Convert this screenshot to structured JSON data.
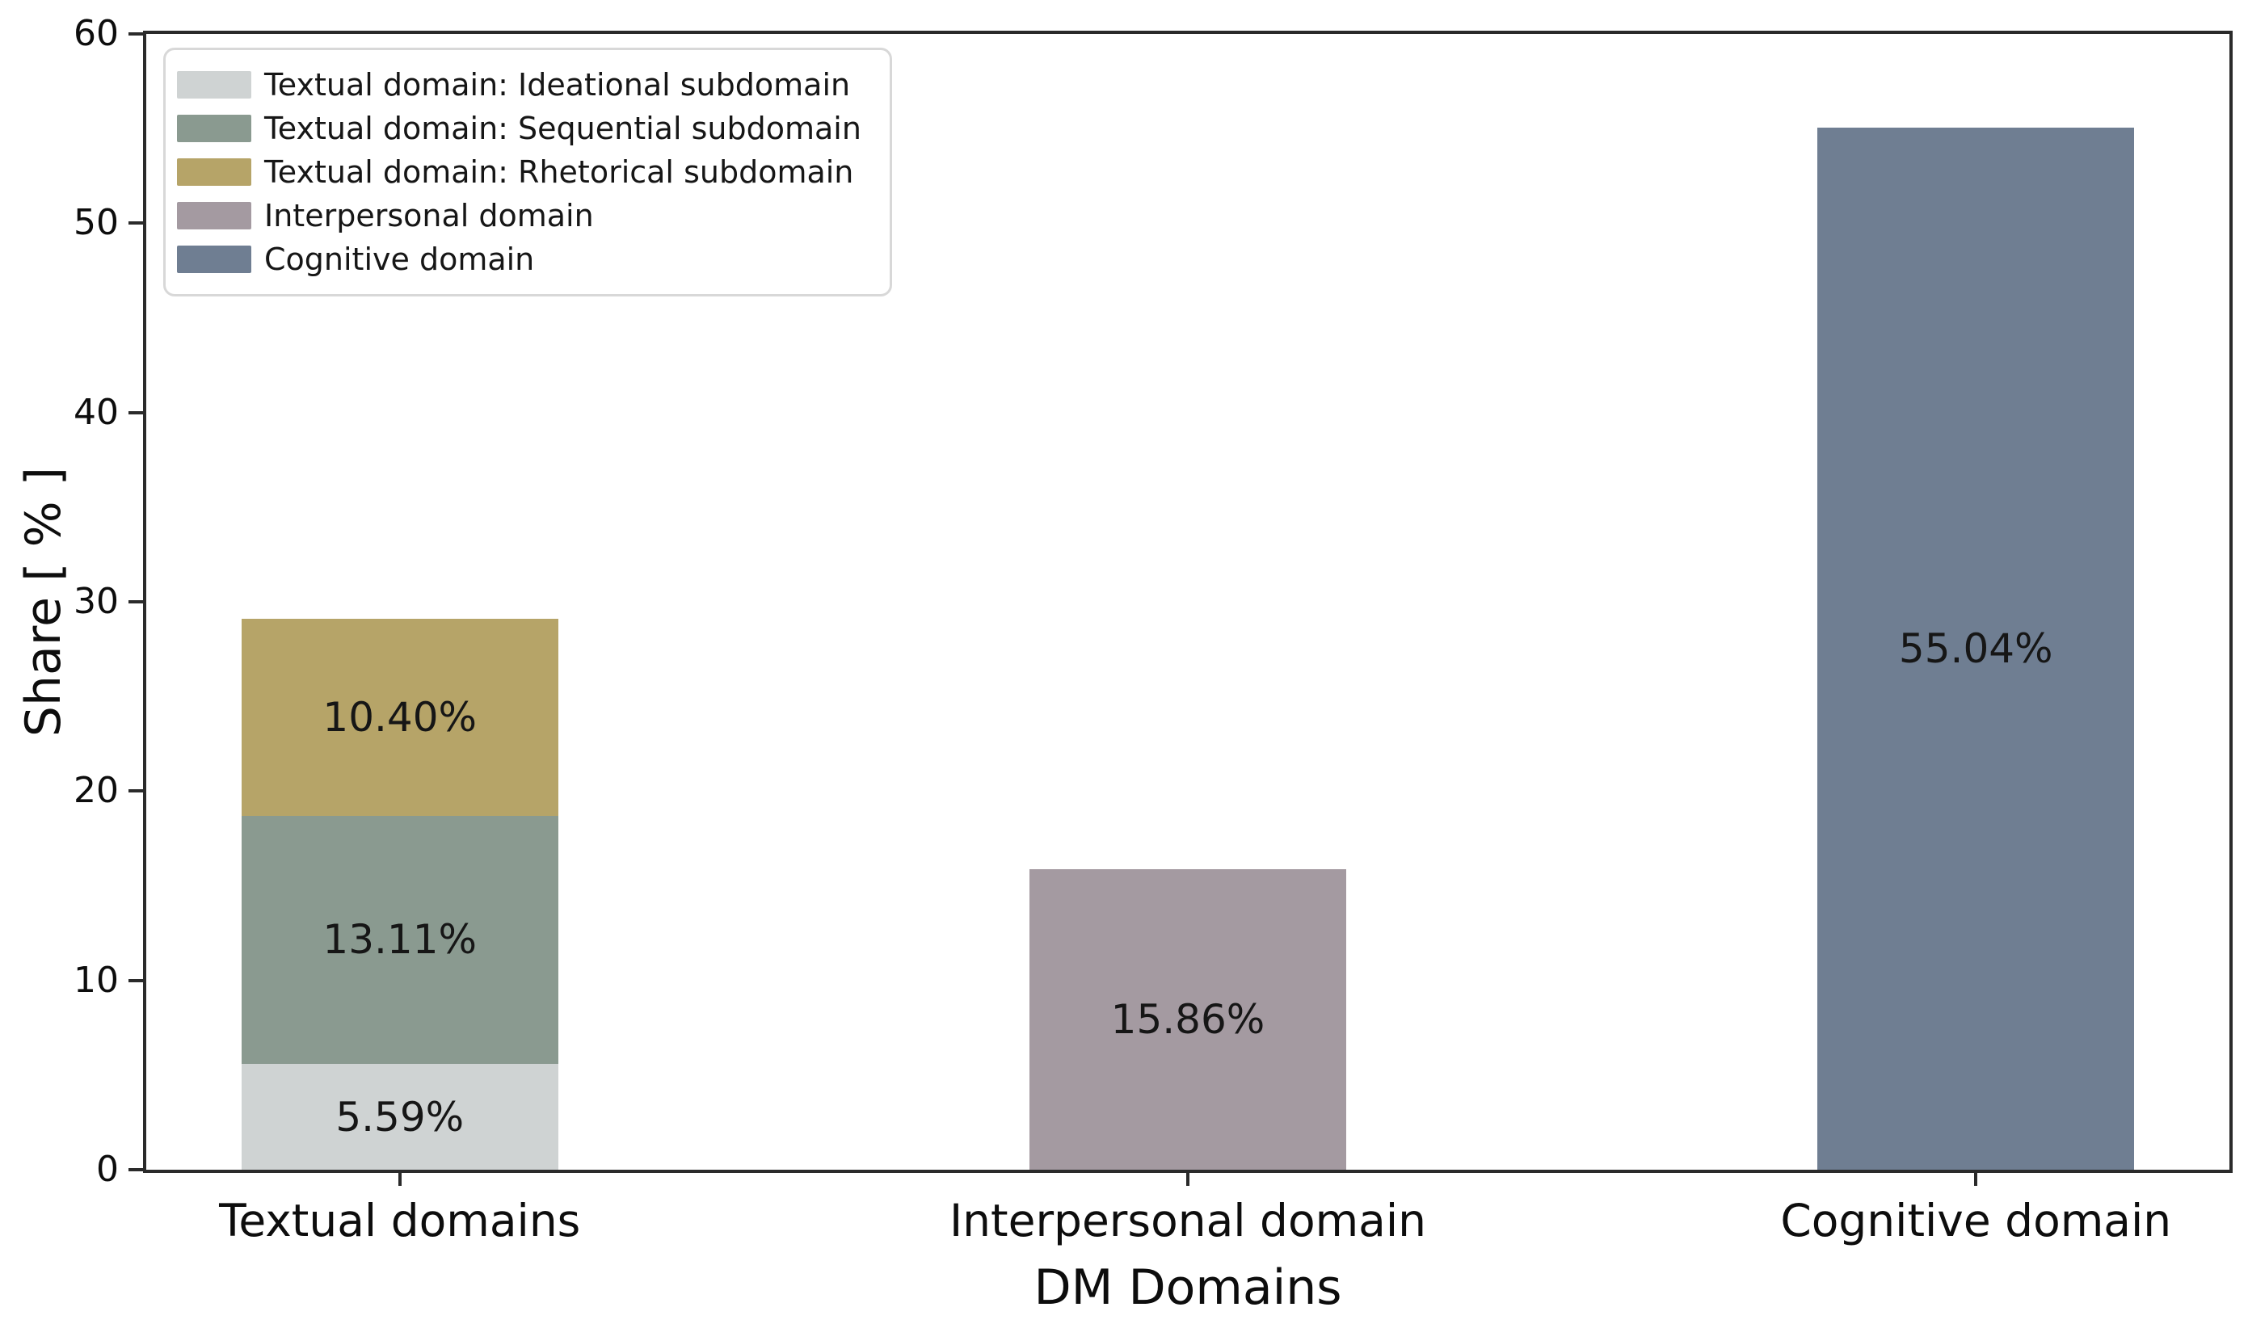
{
  "chart_data": {
    "type": "bar",
    "stacked": true,
    "title": "",
    "xlabel": "DM Domains",
    "ylabel": "Share [ % ]",
    "ylim": [
      0,
      60
    ],
    "yticks": [
      0,
      10,
      20,
      30,
      40,
      50,
      60
    ],
    "grid": false,
    "legend_position": "upper left",
    "legend": [
      {
        "label": "Textual domain: Ideational subdomain",
        "color": "#cfd3d3"
      },
      {
        "label": "Textual domain: Sequential subdomain",
        "color": "#8a9a90"
      },
      {
        "label": "Textual domain: Rhetorical subdomain",
        "color": "#b6a468"
      },
      {
        "label": "Interpersonal domain",
        "color": "#a49aa1"
      },
      {
        "label": "Cognitive domain",
        "color": "#6f7e92"
      }
    ],
    "categories": [
      "Textual domains",
      "Interpersonal domain",
      "Cognitive domain"
    ],
    "bars": [
      {
        "category": "Textual domains",
        "total": 29.1,
        "segments": [
          {
            "series": "Textual domain: Ideational subdomain",
            "value": 5.59,
            "label": "5.59%",
            "color": "#cfd3d3"
          },
          {
            "series": "Textual domain: Sequential subdomain",
            "value": 13.11,
            "label": "13.11%",
            "color": "#8a9a90"
          },
          {
            "series": "Textual domain: Rhetorical subdomain",
            "value": 10.4,
            "label": "10.40%",
            "color": "#b6a468"
          }
        ]
      },
      {
        "category": "Interpersonal domain",
        "total": 15.86,
        "segments": [
          {
            "series": "Interpersonal domain",
            "value": 15.86,
            "label": "15.86%",
            "color": "#a49aa1"
          }
        ]
      },
      {
        "category": "Cognitive domain",
        "total": 55.04,
        "segments": [
          {
            "series": "Cognitive domain",
            "value": 55.04,
            "label": "55.04%",
            "color": "#6f7e92"
          }
        ]
      }
    ]
  }
}
